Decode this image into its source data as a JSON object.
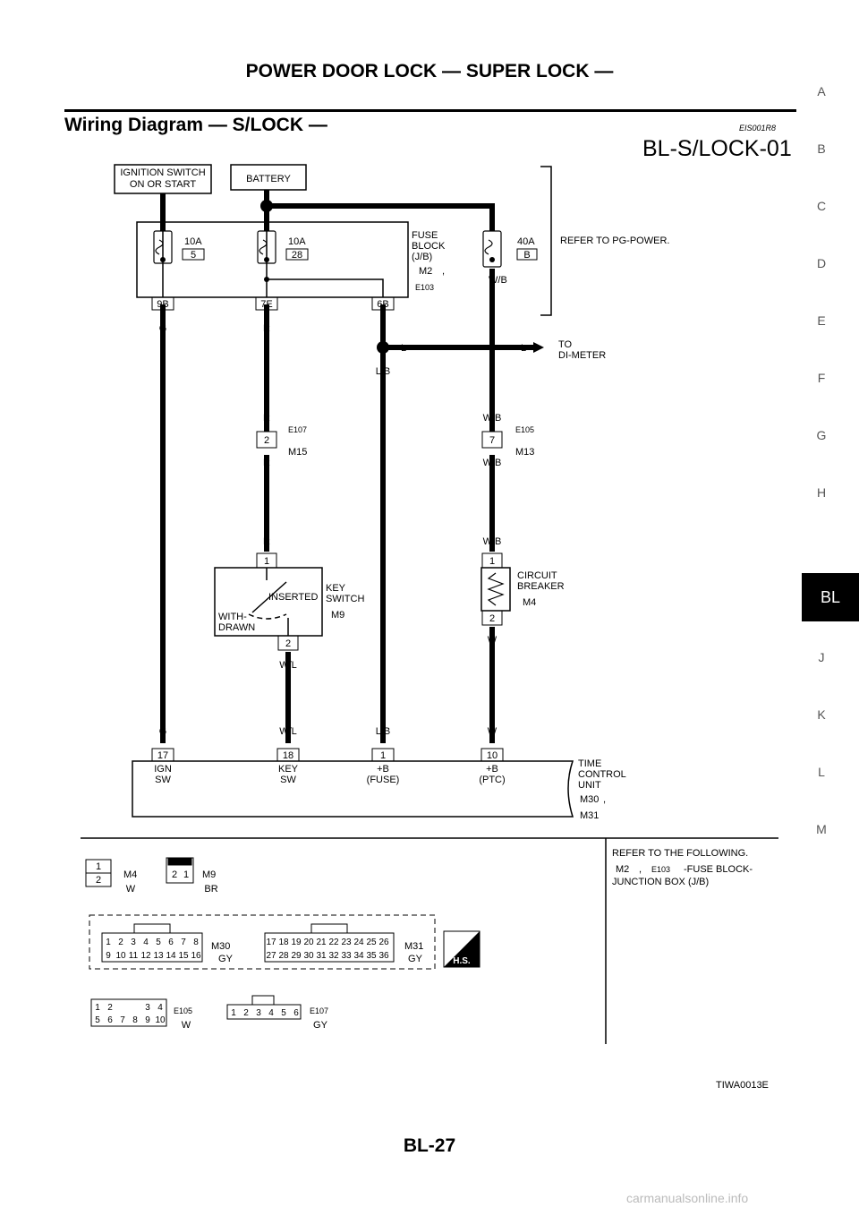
{
  "header": {
    "title": "POWER DOOR LOCK — SUPER LOCK —"
  },
  "section": {
    "title": "Wiring Diagram — S/LOCK —",
    "code": "EIS001R8"
  },
  "diagram_id": "BL-S/LOCK-01",
  "side_tabs": [
    "A",
    "B",
    "C",
    "D",
    "E",
    "F",
    "G",
    "H",
    "BL",
    "J",
    "K",
    "L",
    "M"
  ],
  "active_tab": "BL",
  "labels": {
    "ignition": [
      "IGNITION SWITCH",
      "ON OR START"
    ],
    "battery": "BATTERY",
    "fuse_10a": "10A",
    "fuse_5": "5",
    "fuse_28": "28",
    "fuse_40a": "40A",
    "fuse_b": "B",
    "fuse_block": [
      "FUSE",
      "BLOCK",
      "(J/B)"
    ],
    "m2": "M2",
    "e103": "E103",
    "refer_pg": "REFER TO PG-POWER.",
    "term_9b": "9B",
    "term_7e": "7E",
    "term_6b": "6B",
    "wire_g": "G",
    "wire_r": "R",
    "wire_l": "L",
    "wire_lb": "L/B",
    "wire_wb": "W/B",
    "wire_w": "W",
    "wire_wl": "W/L",
    "to_meter": [
      "TO",
      "DI-METER"
    ],
    "e107": "E107",
    "m15": "M15",
    "e105": "E105",
    "m13": "M13",
    "pin_2": "2",
    "pin_7": "7",
    "pin_1": "1",
    "key_switch": [
      "KEY",
      "SWITCH"
    ],
    "m9": "M9",
    "inserted": "INSERTED",
    "withdrawn": [
      "WITH-",
      "DRAWN"
    ],
    "circuit_breaker": [
      "CIRCUIT",
      "BREAKER"
    ],
    "m4": "M4",
    "pin_17": "17",
    "pin_18": "18",
    "pin_10": "10",
    "tcu_ign": [
      "IGN",
      "SW"
    ],
    "tcu_key": [
      "KEY",
      "SW"
    ],
    "tcu_fuse": [
      "+B",
      "(FUSE)"
    ],
    "tcu_ptc": [
      "+B",
      "(PTC)"
    ],
    "time_control": [
      "TIME",
      "CONTROL",
      "UNIT"
    ],
    "m30": "M30",
    "m31": "M31",
    "refer_following": "REFER TO THE FOLLOWING.",
    "fuse_jb": [
      "-FUSE BLOCK-",
      "JUNCTION BOX (J/B)"
    ],
    "color_w": "W",
    "color_br": "BR",
    "color_gy": "GY",
    "hs": "H.S.",
    "comma": ","
  },
  "connectors": {
    "m30_top": [
      "1",
      "2",
      "3",
      "4",
      "5",
      "6",
      "7",
      "8"
    ],
    "m30_bot": [
      "9",
      "10",
      "11",
      "12",
      "13",
      "14",
      "15",
      "16"
    ],
    "m31_top": [
      "17",
      "18",
      "19",
      "20",
      "21",
      "22",
      "23",
      "24",
      "25",
      "26"
    ],
    "m31_bot": [
      "27",
      "28",
      "29",
      "30",
      "31",
      "32",
      "33",
      "34",
      "35",
      "36"
    ],
    "e105_top": [
      "1",
      "2",
      "",
      "3",
      "4"
    ],
    "e105_bot": [
      "5",
      "6",
      "7",
      "8",
      "9",
      "10"
    ],
    "e107": [
      "1",
      "2",
      "3",
      "4",
      "5",
      "6"
    ],
    "m4": [
      "1",
      "2"
    ],
    "m9": [
      "2",
      "1"
    ]
  },
  "footer": {
    "code": "TIWA0013E",
    "page": "BL-27"
  },
  "watermark": "carmanualsonline.info"
}
